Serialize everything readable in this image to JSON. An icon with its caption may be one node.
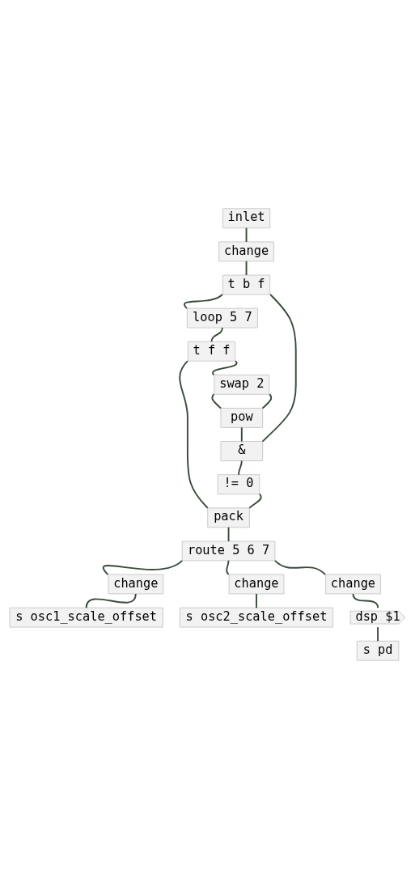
{
  "diagram": {
    "nodes": [
      {
        "text": [
          "inlet"
        ]
      },
      {
        "text": [
          "change"
        ]
      },
      {
        "text": [
          "t b f"
        ]
      },
      {
        "text": [
          "loop 5 7"
        ]
      },
      {
        "text": [
          "t f f"
        ]
      },
      {
        "text": [
          "swap 2"
        ]
      },
      {
        "text": [
          "pow"
        ]
      },
      {
        "text": [
          "&"
        ]
      },
      {
        "text": [
          "!= 0"
        ]
      },
      {
        "text": [
          "pack"
        ]
      },
      {
        "text": [
          "route 5 6 7"
        ]
      },
      {
        "text": [
          "change"
        ]
      },
      {
        "text": [
          "dsp $1"
        ]
      },
      {
        "text": [
          "s pd"
        ]
      },
      {
        "text": [
          "change"
        ]
      },
      {
        "text": [
          "s osc2_scale_offset"
        ]
      },
      {
        "text": [
          "change"
        ]
      },
      {
        "text": [
          "s osc1_scale_offset"
        ]
      }
    ],
    "edges": [
      {
        "from": 0,
        "to": 1,
        "arrow": "none"
      },
      {
        "from": 1,
        "to": 2,
        "arrow": "none"
      },
      {
        "from": 2,
        "to": 3,
        "arrow": "none"
      },
      {
        "from": 2,
        "to": 7,
        "arrow": "none"
      },
      {
        "from": 3,
        "to": 4,
        "arrow": "none"
      },
      {
        "from": 4,
        "to": 9,
        "arrow": "none"
      },
      {
        "from": 4,
        "to": 5,
        "arrow": "none"
      },
      {
        "from": 5,
        "to": 6,
        "arrow": "none"
      },
      {
        "from": 5,
        "to": 6,
        "arrow": "none"
      },
      {
        "from": 6,
        "to": 7,
        "arrow": "none"
      },
      {
        "from": 7,
        "to": 8,
        "arrow": "none"
      },
      {
        "from": 8,
        "to": 9,
        "arrow": "none"
      },
      {
        "from": 9,
        "to": 10,
        "arrow": "none"
      },
      {
        "from": 10,
        "to": 16,
        "arrow": "none"
      },
      {
        "from": 10,
        "to": 14,
        "arrow": "none"
      },
      {
        "from": 10,
        "to": 11,
        "arrow": "none"
      },
      {
        "from": 11,
        "to": 12,
        "arrow": "none"
      },
      {
        "from": 12,
        "to": 13,
        "arrow": "none"
      },
      {
        "from": 14,
        "to": 15,
        "arrow": "none"
      },
      {
        "from": 16,
        "to": 17,
        "arrow": "none"
      }
    ]
  }
}
